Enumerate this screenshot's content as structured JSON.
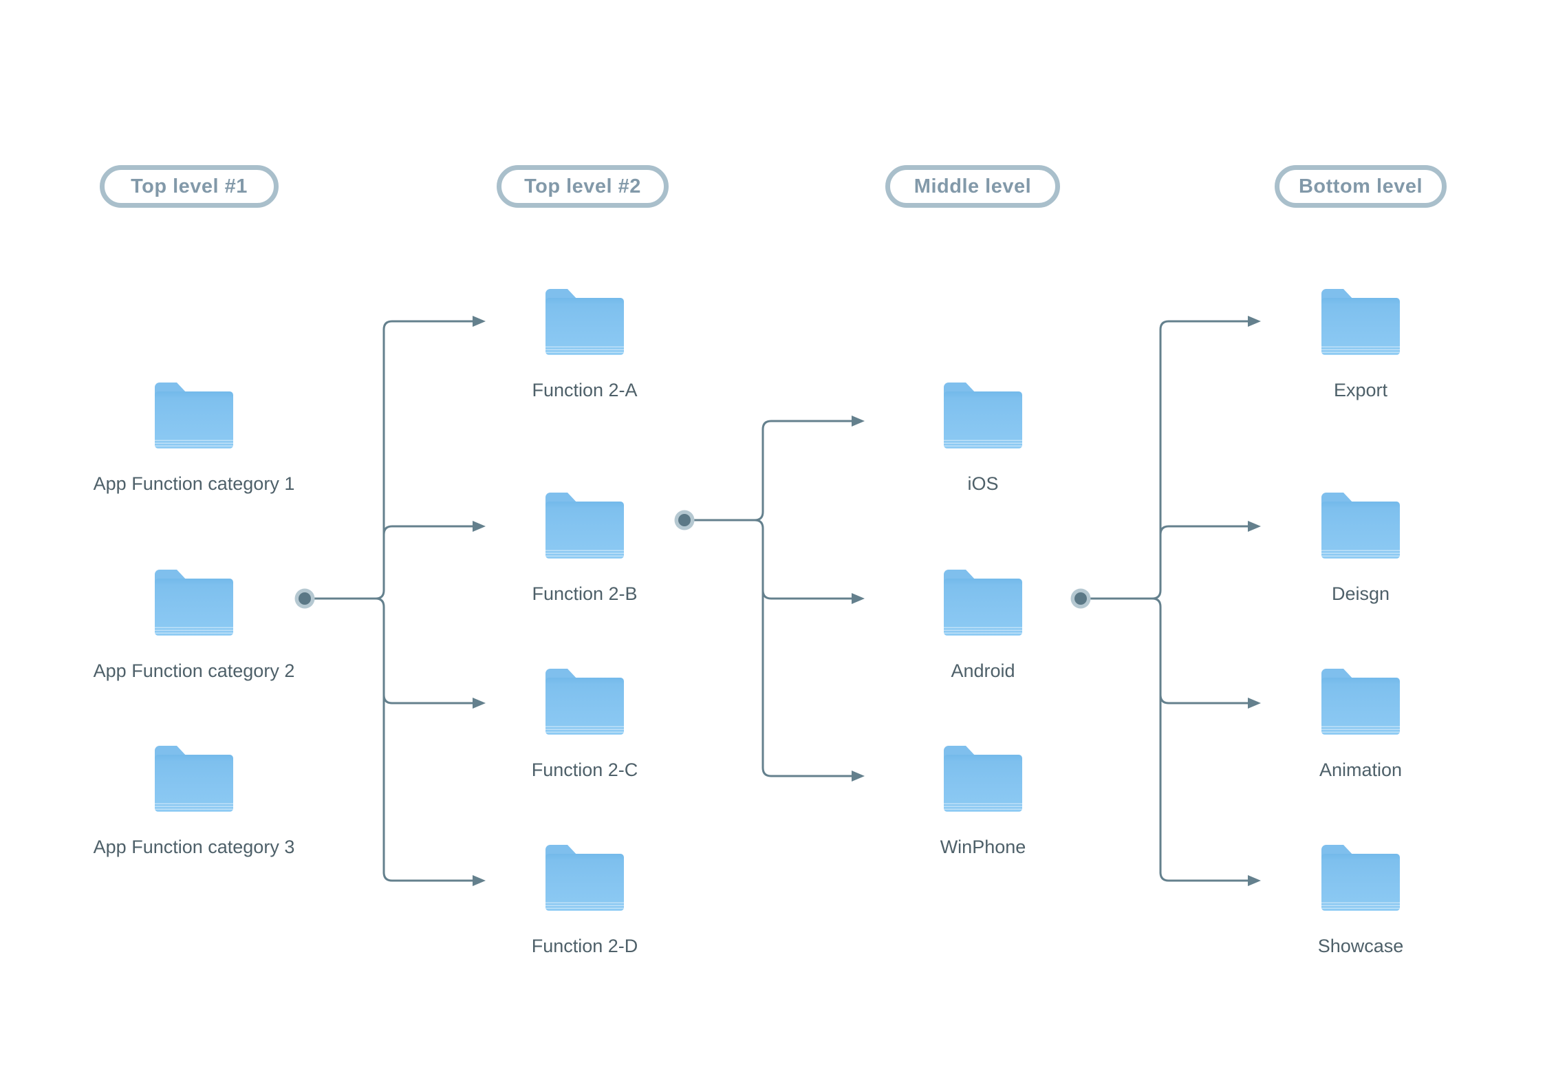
{
  "diagram": {
    "title_hint": "App sitemap / folder structure flowchart",
    "columns": [
      {
        "header": "Top level #1",
        "items": [
          {
            "label": "App Function category 1"
          },
          {
            "label": "App Function category 2"
          },
          {
            "label": "App Function category 3"
          }
        ]
      },
      {
        "header": "Top level #2",
        "items": [
          {
            "label": "Function 2-A"
          },
          {
            "label": "Function 2-B"
          },
          {
            "label": "Function 2-C"
          },
          {
            "label": "Function 2-D"
          }
        ]
      },
      {
        "header": "Middle level",
        "items": [
          {
            "label": "iOS"
          },
          {
            "label": "Android"
          },
          {
            "label": "WinPhone"
          }
        ]
      },
      {
        "header": "Bottom level",
        "items": [
          {
            "label": "Export"
          },
          {
            "label": "Deisgn"
          },
          {
            "label": "Animation"
          },
          {
            "label": "Showcase"
          }
        ]
      }
    ],
    "icons": [
      {
        "name": "folder-icon",
        "meaning": "blue macOS-style folder node"
      },
      {
        "name": "branch-dot-icon",
        "meaning": "connector origin dot"
      },
      {
        "name": "arrowhead-icon",
        "meaning": "connector arrow pointing to child node"
      }
    ],
    "colors": {
      "background": "#FFFFFF",
      "folder_blue": "#85C4F0",
      "folder_blue_dark": "#73B9EA",
      "connector_line": "#64808D",
      "dot_inner": "#5B7886",
      "dot_outer": "#B5C8D1",
      "pill_border": "#A9BFCB",
      "pill_text": "#8299A9",
      "label_text": "#4E6069"
    }
  }
}
